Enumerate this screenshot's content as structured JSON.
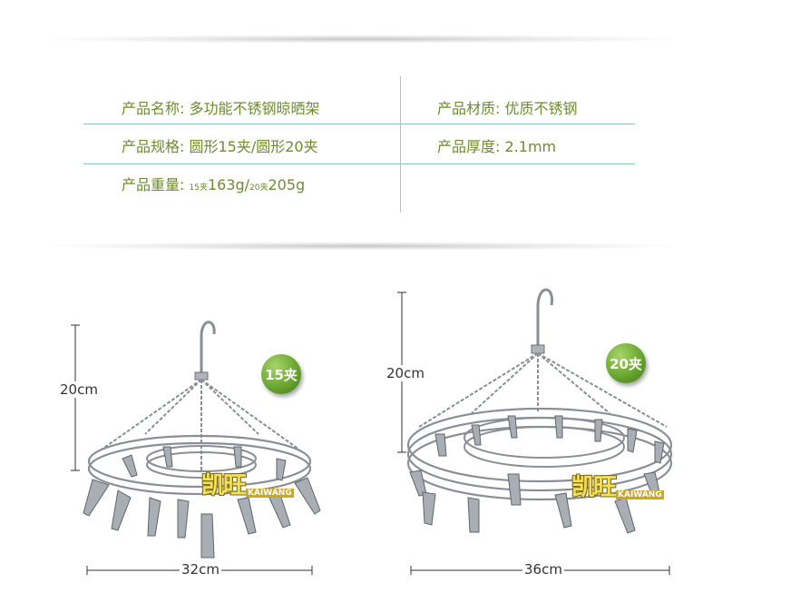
{
  "specs": {
    "name_label": "产品名称:",
    "name_value": "多功能不锈钢晾晒架",
    "material_label": "产品材质:",
    "material_value": "优质不锈钢",
    "size_label": "产品规格:",
    "size_value": "圆形15夹/圆形20夹",
    "thickness_label": "产品厚度:",
    "thickness_value": "2.1mm",
    "weight_label": "产品重量:",
    "weight_a_prefix": "15夹",
    "weight_a_value": "163g/",
    "weight_b_prefix": "20夹",
    "weight_b_value": "205g"
  },
  "products": {
    "left": {
      "badge": "15夹",
      "height": "20cm",
      "width": "32cm"
    },
    "right": {
      "badge": "20夹",
      "height": "20cm",
      "width": "36cm"
    }
  },
  "brand": {
    "cn": "凯旺",
    "en": "KAIWANG"
  },
  "colors": {
    "text_green": "#6e8c2e",
    "badge_green": "#6aa630",
    "divider": "#8fbfb4",
    "steel": "#8a8f96"
  }
}
